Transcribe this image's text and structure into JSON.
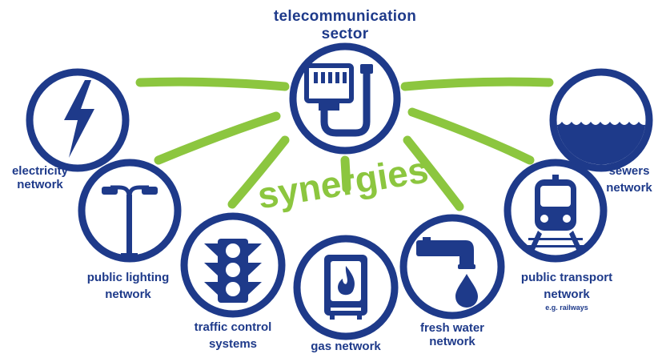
{
  "center": {
    "title_line1": "telecommunication",
    "title_line2": "sector",
    "icon": "ethernet-cable-icon"
  },
  "centerpiece": "synergies",
  "nodes": [
    {
      "id": "electricity",
      "line1": "electricity",
      "line2": "network",
      "icon": "lightning-bolt-icon"
    },
    {
      "id": "public-lighting",
      "line1": "public lighting",
      "line2": "network",
      "icon": "street-lamp-icon"
    },
    {
      "id": "traffic-control",
      "line1": "traffic control",
      "line2": "systems",
      "icon": "traffic-light-icon"
    },
    {
      "id": "gas",
      "line1": "gas network",
      "line2": "",
      "icon": "gas-boiler-flame-icon"
    },
    {
      "id": "fresh-water",
      "line1": "fresh water",
      "line2": "network",
      "icon": "water-tap-drop-icon"
    },
    {
      "id": "public-transport",
      "line1": "public transport",
      "line2": "network",
      "sub": "e.g. railways",
      "icon": "train-icon"
    },
    {
      "id": "sewers",
      "line1": "sewers",
      "line2": "network",
      "icon": "water-waves-icon"
    }
  ],
  "colors": {
    "navy": "#1e3a8a",
    "green": "#8cc63f",
    "white": "#ffffff"
  }
}
